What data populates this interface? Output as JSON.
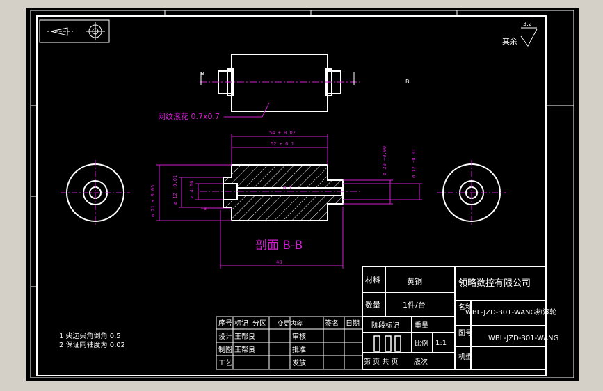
{
  "colors": {
    "background": "#000000",
    "frame": "#ffffff",
    "dimension": "#d020d0",
    "centerline": "#d020d0"
  },
  "icons": {
    "projection_symbol": "first-angle-projection-icon",
    "roughness_symbol": "surface-roughness-icon"
  },
  "roughness": {
    "value": "3.2",
    "label": "其余"
  },
  "top_view": {
    "section_marker_left": "B",
    "section_marker_right": "B",
    "knurl_note": "网纹滚花 0.7x0.7"
  },
  "section_view": {
    "title": "剖面 B-B",
    "dims": {
      "len_54": "54 ± 0.02",
      "len_52": "52 ± 0.1",
      "len_48": "48",
      "dia_21": "ø 21 ± 0.05",
      "dia_12_left": "ø 12 -0.01",
      "dia_4": "ø 4.00",
      "len_3": "3",
      "dia_7": "ø 7",
      "dia_20": "ø 20 +0.00",
      "dia_12_right": "ø 12 -0.01"
    }
  },
  "notes": [
    "1 尖边尖角倒角 0.5",
    "2 保证同轴度为 0.02"
  ],
  "title_block": {
    "material_label": "材料",
    "material_value": "黄铜",
    "company": "领略数控有限公司",
    "quantity_label": "数量",
    "quantity_value": "1件/台",
    "name_label": "名称",
    "name_value": "WBL-JZD-B01-WANG热滚轮",
    "drawing_no_label": "图号",
    "drawing_no_value": "WBL-JZD-B01-WANG",
    "stage_label": "阶段标记",
    "weight_label": "重量",
    "scale_label": "比例",
    "scale_value": "1:1",
    "sheet_label": "第 页 共 页",
    "version_label": "版次",
    "machine_label": "机型"
  },
  "revision_block": {
    "headers": [
      "序号",
      "标记",
      "分区",
      "变更内容",
      "签名",
      "日期"
    ],
    "rows": [
      {
        "role": "设计",
        "person": "王帮良",
        "role2": "审核"
      },
      {
        "role": "制图",
        "person": "王帮良",
        "role2": "批准"
      },
      {
        "role": "工艺",
        "person": "",
        "role2": "发放"
      }
    ]
  }
}
